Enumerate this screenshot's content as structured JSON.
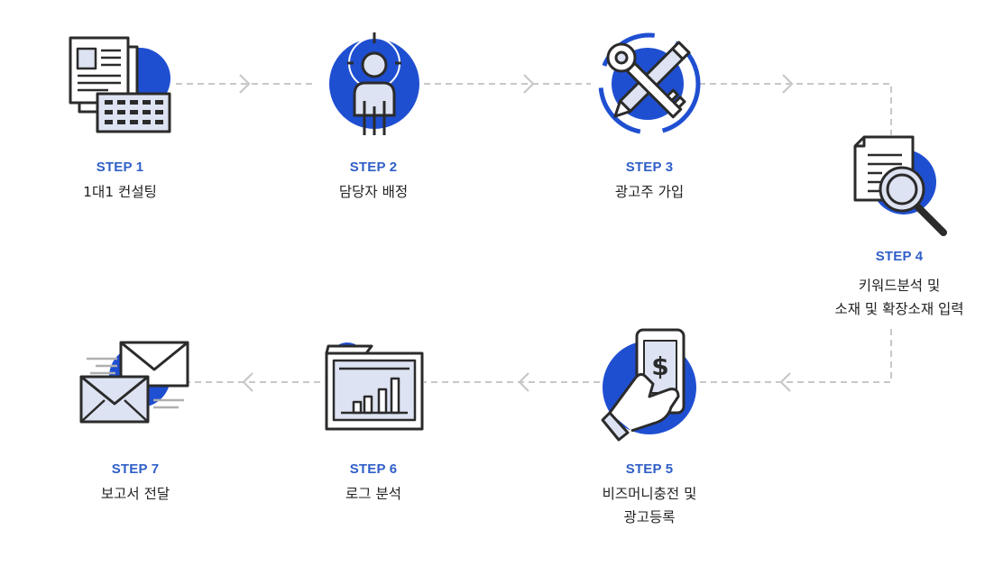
{
  "colors": {
    "accent": "#1f4fd1",
    "label": "#2f5fc7",
    "line": "#c8c8c8",
    "ink": "#2b2b2b",
    "fill_light": "#dde3f2"
  },
  "steps": [
    {
      "label": "STEP 1",
      "title_lines": [
        "1대1 컨설팅"
      ],
      "icon": "document-keyboard-icon"
    },
    {
      "label": "STEP 2",
      "title_lines": [
        "담당자 배정"
      ],
      "icon": "person-target-icon"
    },
    {
      "label": "STEP 3",
      "title_lines": [
        "광고주 가입"
      ],
      "icon": "key-pencil-icon"
    },
    {
      "label": "STEP 4",
      "title_lines": [
        "키워드분석 및",
        "소재 및 확장소재 입력"
      ],
      "icon": "document-magnifier-icon"
    },
    {
      "label": "STEP 5",
      "title_lines": [
        "비즈머니충전 및",
        "광고등록"
      ],
      "icon": "phone-payment-icon"
    },
    {
      "label": "STEP 6",
      "title_lines": [
        "로그 분석"
      ],
      "icon": "folder-chart-icon"
    },
    {
      "label": "STEP 7",
      "title_lines": [
        "보고서 전달"
      ],
      "icon": "envelopes-icon"
    }
  ]
}
